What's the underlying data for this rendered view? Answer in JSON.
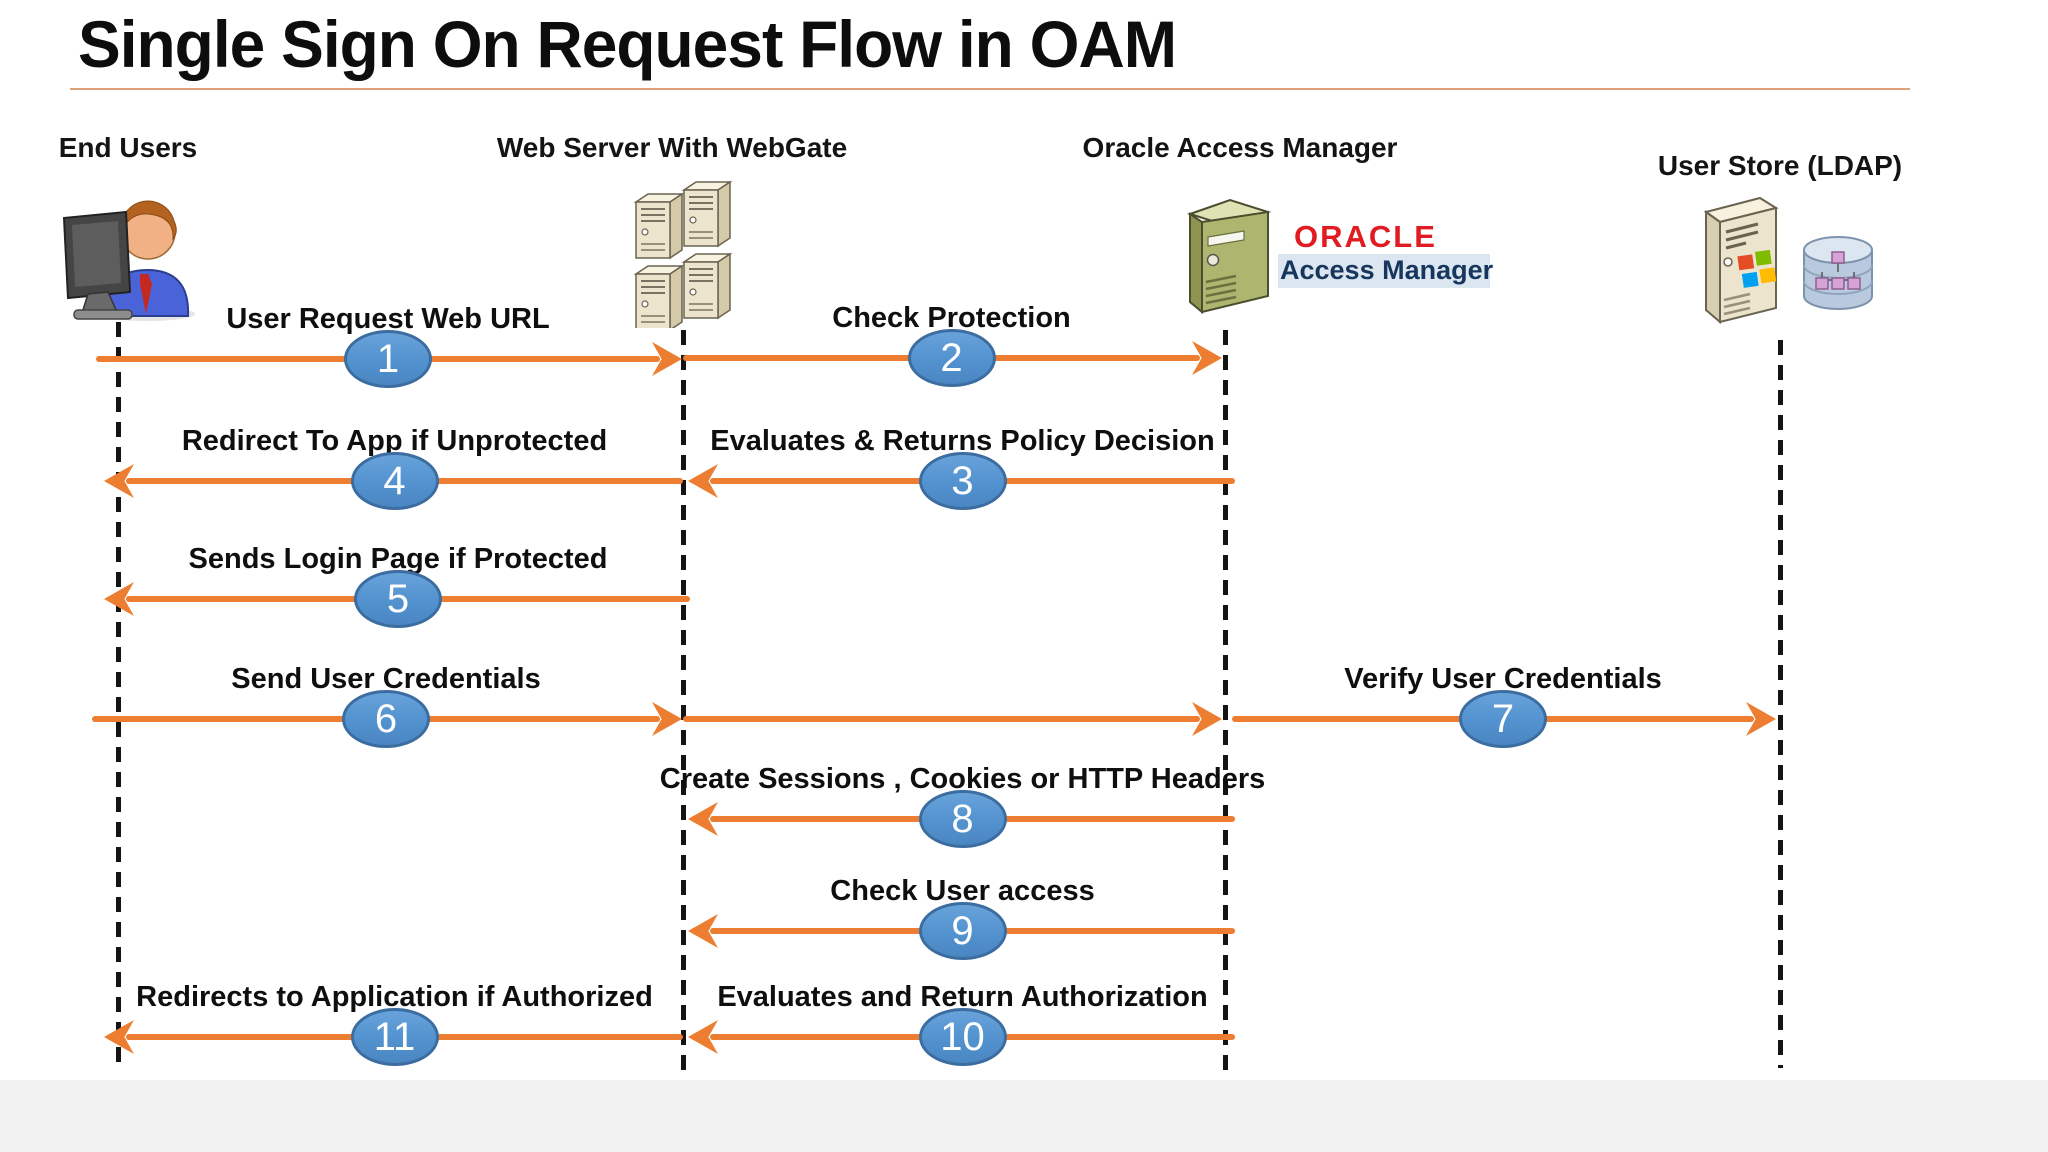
{
  "title": "Single Sign On Request Flow in OAM",
  "colors": {
    "arrow": "#ED7D31",
    "ellipse_fill": "#5B9BD5",
    "ellipse_border": "#3C6DA0",
    "title_rule": "#DDA377",
    "oracle_red": "#E11B22",
    "oracle_navy": "#17365D",
    "oracle_band": "#DCE6F1"
  },
  "actors": [
    {
      "name": "End Users",
      "icon": "user-at-computer-icon"
    },
    {
      "name": "Web Server With WebGate",
      "icon": "server-stack-icon"
    },
    {
      "name": "Oracle Access Manager",
      "icon": "oam-server-icon",
      "logo": {
        "line1": "ORACLE",
        "line2": "Access Manager"
      }
    },
    {
      "name": "User Store (LDAP)",
      "icon": "ldap-server-icon"
    }
  ],
  "messages": [
    {
      "num": "1",
      "label": "User Request Web URL",
      "from": "End Users",
      "to": "Web Server With WebGate"
    },
    {
      "num": "2",
      "label": "Check Protection",
      "from": "Web Server With WebGate",
      "to": "Oracle Access Manager"
    },
    {
      "num": "3",
      "label": "Evaluates & Returns Policy Decision",
      "from": "Oracle Access Manager",
      "to": "Web Server With WebGate"
    },
    {
      "num": "4",
      "label": "Redirect To App if Unprotected",
      "from": "Web Server With WebGate",
      "to": "End Users"
    },
    {
      "num": "5",
      "label": "Sends Login Page if Protected",
      "from": "Web Server With WebGate",
      "to": "End Users"
    },
    {
      "num": "6",
      "label": "Send User Credentials",
      "from": "End Users",
      "to": "Oracle Access Manager"
    },
    {
      "num": "7",
      "label": "Verify User Credentials",
      "from": "Oracle Access Manager",
      "to": "User Store (LDAP)"
    },
    {
      "num": "8",
      "label": "Create Sessions , Cookies or HTTP Headers",
      "from": "Oracle Access Manager",
      "to": "Web Server With WebGate"
    },
    {
      "num": "9",
      "label": "Check User access",
      "from": "Oracle Access Manager",
      "to": "Web Server With WebGate"
    },
    {
      "num": "10",
      "label": "Evaluates and Return Authorization",
      "from": "Oracle Access Manager",
      "to": "Web Server With WebGate"
    },
    {
      "num": "11",
      "label": "Redirects to Application if Authorized",
      "from": "Web Server With WebGate",
      "to": "End Users"
    }
  ]
}
